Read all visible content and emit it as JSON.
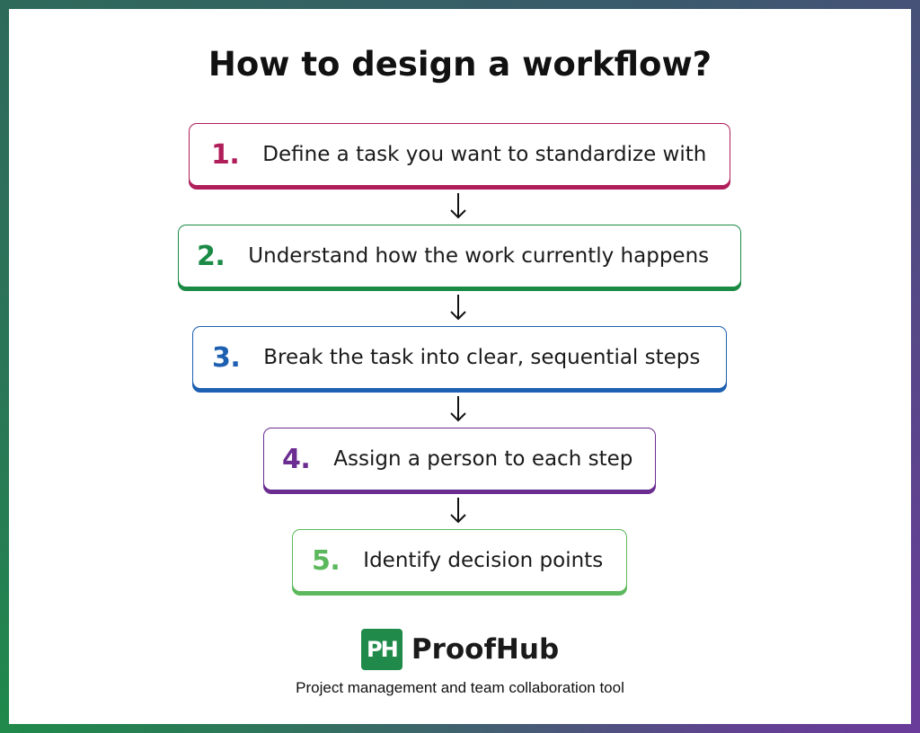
{
  "title": "How to design a workflow?",
  "steps": [
    {
      "number": "1.",
      "label": "Define a task you want to standardize with",
      "color": "#b01e5a"
    },
    {
      "number": "2.",
      "label": "Understand how the work currently happens",
      "color": "#1a8a45"
    },
    {
      "number": "3.",
      "label": "Break the task into clear, sequential steps",
      "color": "#1d5fb0"
    },
    {
      "number": "4.",
      "label": "Assign a person to each step",
      "color": "#6b2d91"
    },
    {
      "number": "5.",
      "label": "Identify decision points",
      "color": "#5cb85c"
    }
  ],
  "brand": {
    "logo_text": "PH",
    "name": "ProofHub",
    "tagline": "Project management and team collaboration tool",
    "logo_color": "#1f8a4a"
  }
}
